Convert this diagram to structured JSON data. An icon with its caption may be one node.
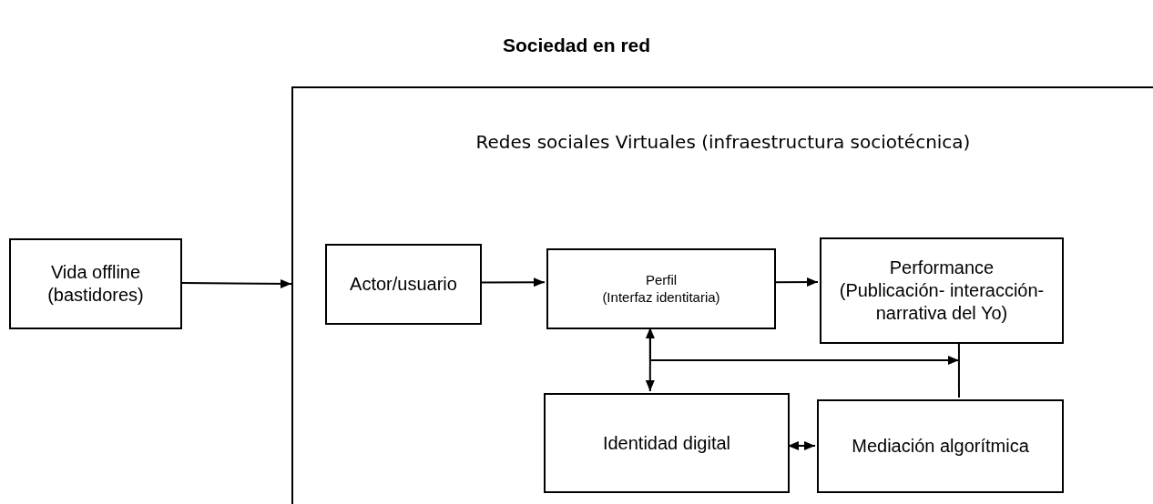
{
  "diagram": {
    "title": "Sociedad en red",
    "nodes": [
      {
        "text": [
          "Vida offline (bastidores)"
        ]
      },
      {
        "text": [
          "Redes sociales Virtuales (infraestructura sociotécnica)"
        ]
      },
      {
        "text": [
          "Actor/usuario"
        ],
        "in": 1
      },
      {
        "text": [
          "Perfil",
          "(Interfaz identitaria)"
        ],
        "in": 1
      },
      {
        "text": [
          "Performance",
          "(Publicación- interacción- narrativa del Yo)"
        ],
        "in": 1
      },
      {
        "text": [
          "Identidad digital"
        ],
        "in": 1
      },
      {
        "text": [
          "Mediación algorítmica"
        ],
        "in": 1
      }
    ],
    "edges": [
      {
        "from": 0,
        "to": 1,
        "arrow": "to"
      },
      {
        "from": 2,
        "to": 3,
        "arrow": "to"
      },
      {
        "from": 3,
        "to": 4,
        "arrow": "to"
      },
      {
        "from": 3,
        "to": 5,
        "arrow": "both"
      },
      {
        "from": 3,
        "to": 4,
        "arrow": "to"
      },
      {
        "from": 4,
        "to": 6,
        "arrow": "none"
      },
      {
        "from": 5,
        "to": 6,
        "arrow": "both"
      }
    ]
  }
}
